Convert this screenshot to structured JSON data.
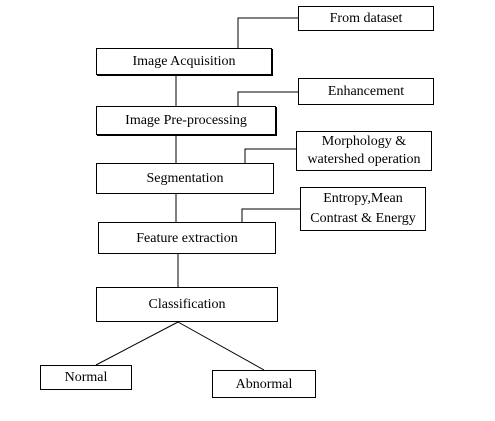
{
  "diagram": {
    "stages": [
      {
        "id": "acquisition",
        "label": "Image Acquisition"
      },
      {
        "id": "preprocessing",
        "label": "Image Pre-processing"
      },
      {
        "id": "segmentation",
        "label": "Segmentation"
      },
      {
        "id": "feature",
        "label": "Feature extraction"
      },
      {
        "id": "classification",
        "label": "Classification"
      }
    ],
    "details": [
      {
        "id": "dataset",
        "label": "From dataset"
      },
      {
        "id": "enhancement",
        "label": "Enhancement"
      },
      {
        "id": "morphology",
        "label": "Morphology &\nwatershed operation"
      },
      {
        "id": "entropy",
        "label": "Entropy,Mean\nContrast & Energy"
      }
    ],
    "outcomes": [
      {
        "id": "normal",
        "label": "Normal"
      },
      {
        "id": "abnormal",
        "label": "Abnormal"
      }
    ],
    "colors": {
      "line": "#000000",
      "background": "#ffffff",
      "text": "#000000"
    }
  }
}
